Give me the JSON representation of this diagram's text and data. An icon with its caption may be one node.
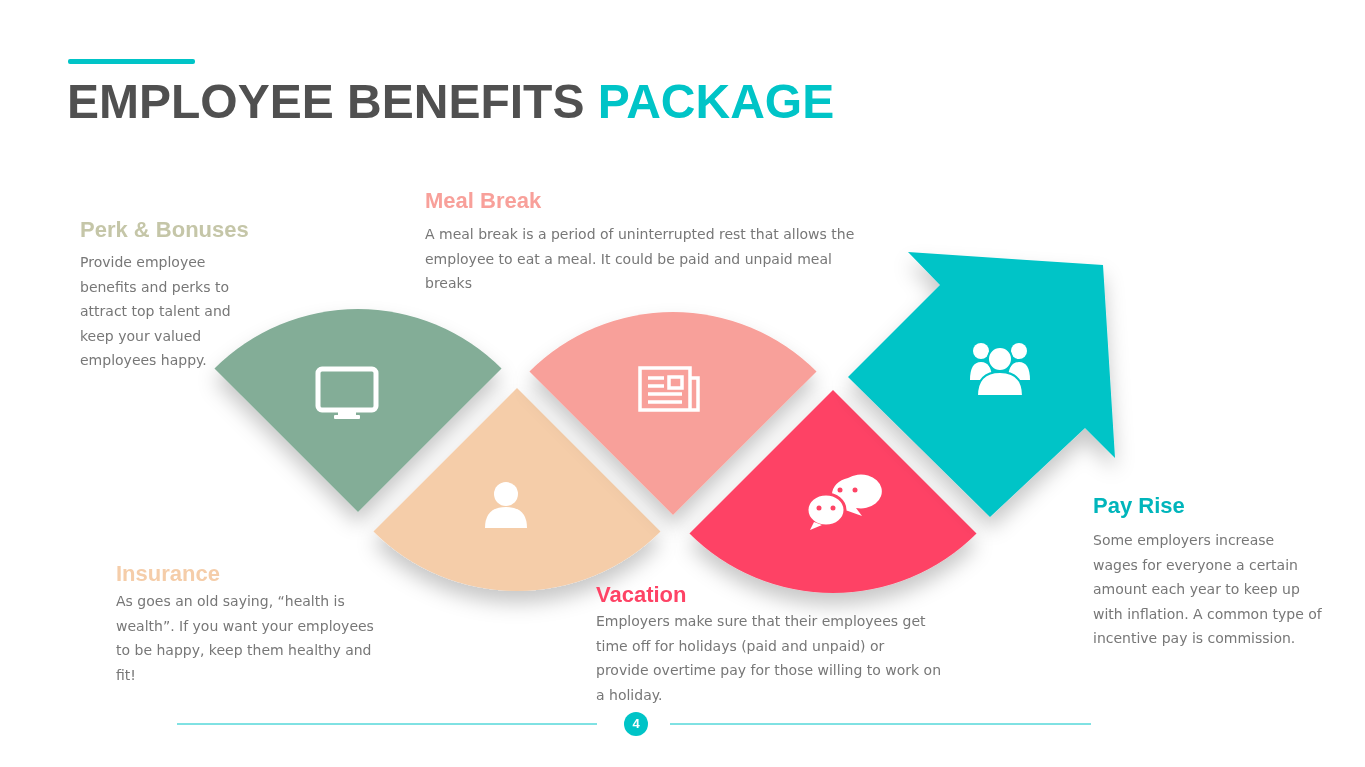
{
  "diagram": {
    "title": "EMPLOYEE BENEFITS PACKAGE",
    "labels": [
      "Perk & Bonuses",
      "Provide employee benefits and perks to attract top talent and keep your valued employees happy.",
      "Meal Break",
      "A meal break is a period of uninterrupted rest that allows the employee to eat a meal. It could be paid and unpaid meal breaks",
      "Insurance",
      "As goes an old saying, “health is wealth”. If you want your employees to be happy, keep them healthy and fit!",
      "Vacation",
      "Employers make sure that their employees get time off for holidays (paid and unpaid) or provide overtime pay for those willing to work on a holiday.",
      "Pay Rise",
      "Some employers increase wages for everyone a certain amount each year to keep up with inflation. A common type of incentive pay is commission.",
      "4"
    ]
  }
}
